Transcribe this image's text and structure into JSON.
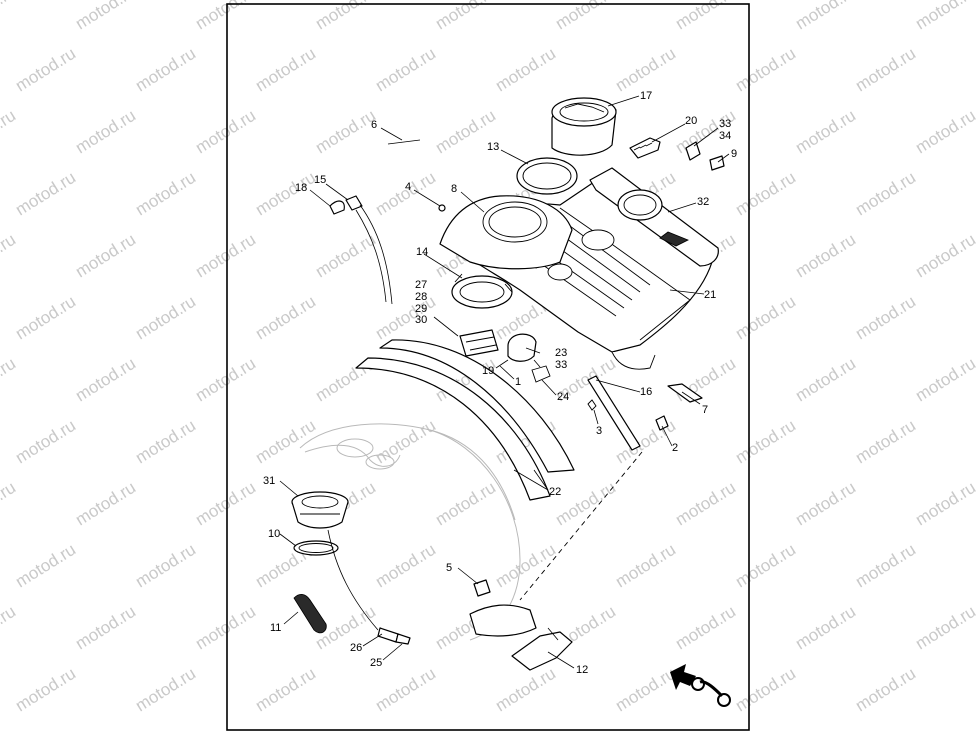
{
  "watermark": {
    "text": "motod.ru",
    "color": "#c9c9c9"
  },
  "callouts": {
    "c1": "1",
    "c2": "2",
    "c3": "3",
    "c4": "4",
    "c5": "5",
    "c6": "6",
    "c7": "7",
    "c8": "8",
    "c9": "9",
    "c10": "10",
    "c11": "11",
    "c12": "12",
    "c13": "13",
    "c14": "14",
    "c15": "15",
    "c16": "16",
    "c17": "17",
    "c18": "18",
    "c19": "19",
    "c20": "20",
    "c21": "21",
    "c22": "22",
    "c23": "23",
    "c24": "24",
    "c25": "25",
    "c26": "26",
    "c27": "27",
    "c28": "28",
    "c29": "29",
    "c30": "30",
    "c31": "31",
    "c32": "32",
    "c33": "33",
    "c34": "34",
    "c33b": "33"
  },
  "icons": {
    "corner": "motorcycle-direction-icon"
  }
}
